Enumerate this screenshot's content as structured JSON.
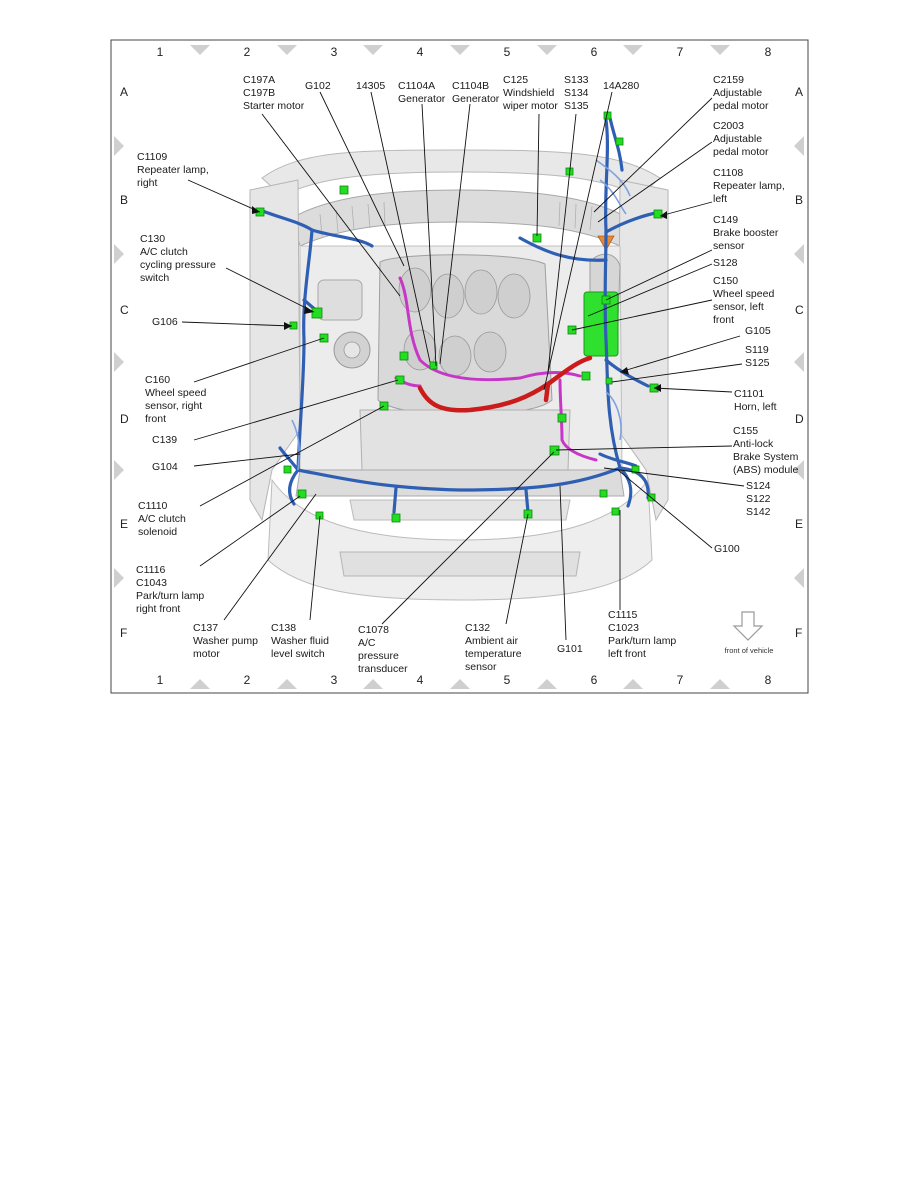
{
  "grid": {
    "columns": [
      "1",
      "2",
      "3",
      "4",
      "5",
      "6",
      "7",
      "8"
    ],
    "rows": [
      "A",
      "B",
      "C",
      "D",
      "E",
      "F"
    ]
  },
  "labels": {
    "c197": [
      "C197A",
      "C197B",
      "Starter motor"
    ],
    "g102": [
      "G102"
    ],
    "n14305": [
      "14305"
    ],
    "c1104a": [
      "C1104A",
      "Generator"
    ],
    "c1104b": [
      "C1104B",
      "Generator"
    ],
    "c125": [
      "C125",
      "Windshield",
      "wiper motor"
    ],
    "s133": [
      "S133",
      "S134",
      "S135"
    ],
    "n14a280": [
      "14A280"
    ],
    "c2159": [
      "C2159",
      "Adjustable",
      "pedal motor"
    ],
    "c2003": [
      "C2003",
      "Adjustable",
      "pedal motor"
    ],
    "c1109": [
      "C1109",
      "Repeater lamp,",
      "right"
    ],
    "c1108": [
      "C1108",
      "Repeater lamp,",
      "left"
    ],
    "c149": [
      "C149",
      "Brake booster",
      "sensor"
    ],
    "s128": [
      "S128"
    ],
    "c150": [
      "C150",
      "Wheel speed",
      "sensor, left",
      "front"
    ],
    "c130": [
      "C130",
      "A/C clutch",
      "cycling pressure",
      "switch"
    ],
    "g106": [
      "G106"
    ],
    "g105": [
      "G105"
    ],
    "s119": [
      "S119",
      "S125"
    ],
    "c160": [
      "C160",
      "Wheel speed",
      "sensor, right",
      "front"
    ],
    "c1101": [
      "C1101",
      "Horn, left"
    ],
    "c139": [
      "C139"
    ],
    "c155": [
      "C155",
      "Anti-lock",
      "Brake System",
      "(ABS) module"
    ],
    "g104": [
      "G104"
    ],
    "s124": [
      "S124",
      "S122",
      "S142"
    ],
    "c1110": [
      "C1110",
      "A/C clutch",
      "solenoid"
    ],
    "g100": [
      "G100"
    ],
    "c1116": [
      "C1116",
      "C1043",
      "Park/turn lamp",
      "right front"
    ],
    "c137": [
      "C137",
      "Washer pump",
      "motor"
    ],
    "c138": [
      "C138",
      "Washer fluid",
      "level switch"
    ],
    "c1078": [
      "C1078",
      "A/C",
      "pressure",
      "transducer"
    ],
    "c132": [
      "C132",
      "Ambient air",
      "temperature",
      "sensor"
    ],
    "g101": [
      "G101"
    ],
    "c1115": [
      "C1115",
      "C1023",
      "Park/turn lamp",
      "left front"
    ]
  },
  "front_of_vehicle": "front of vehicle",
  "colors": {
    "harness_blue": "#2f5fb3",
    "harness_red": "#cc1b1b",
    "harness_magenta": "#c737c7",
    "connector_green": "#22dd22",
    "brake_module_green": "#2fe02f",
    "grid_marker": "#cfcfcf"
  }
}
